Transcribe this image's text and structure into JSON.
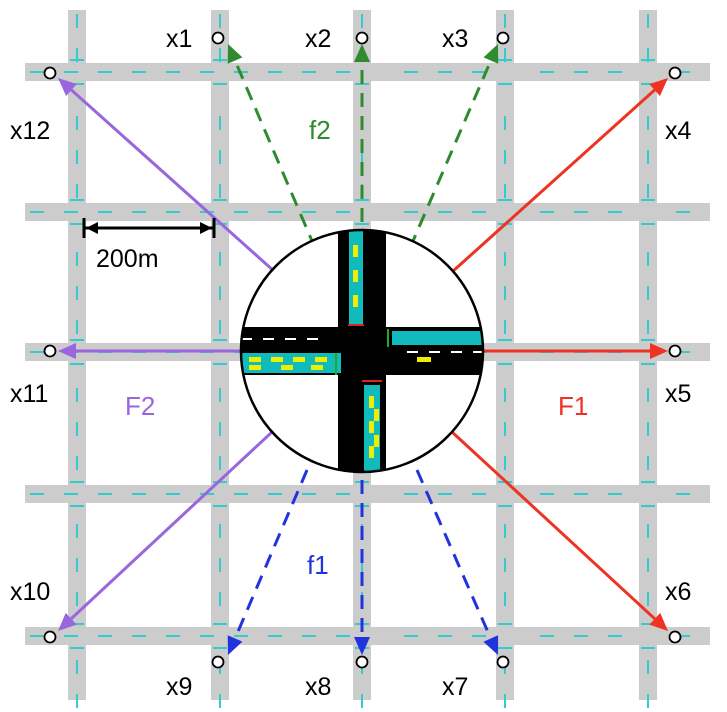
{
  "nodes": [
    {
      "id": "x1",
      "label": "x1"
    },
    {
      "id": "x2",
      "label": "x2"
    },
    {
      "id": "x3",
      "label": "x3"
    },
    {
      "id": "x4",
      "label": "x4"
    },
    {
      "id": "x5",
      "label": "x5"
    },
    {
      "id": "x6",
      "label": "x6"
    },
    {
      "id": "x7",
      "label": "x7"
    },
    {
      "id": "x8",
      "label": "x8"
    },
    {
      "id": "x9",
      "label": "x9"
    },
    {
      "id": "x10",
      "label": "x10"
    },
    {
      "id": "x11",
      "label": "x11"
    },
    {
      "id": "x12",
      "label": "x12"
    }
  ],
  "flows": [
    {
      "id": "f1",
      "label": "f1",
      "color": "#2233dd",
      "style": "dashed",
      "targets": [
        "x7",
        "x8",
        "x9"
      ]
    },
    {
      "id": "f2",
      "label": "f2",
      "color": "#2e8b2e",
      "style": "dashed",
      "targets": [
        "x1",
        "x2",
        "x3"
      ]
    },
    {
      "id": "F1",
      "label": "F1",
      "color": "#ee3322",
      "style": "solid",
      "targets": [
        "x4",
        "x5",
        "x6"
      ]
    },
    {
      "id": "F2",
      "label": "F2",
      "color": "#9966dd",
      "style": "solid",
      "targets": [
        "x10",
        "x11",
        "x12"
      ]
    }
  ],
  "scale_bar": {
    "label": "200m"
  },
  "colors": {
    "road": "#cccccc",
    "lane_mark": "#33cccc",
    "intersection": "#000000",
    "lane_fill": "#11bbbb",
    "car": "#eeee00"
  }
}
